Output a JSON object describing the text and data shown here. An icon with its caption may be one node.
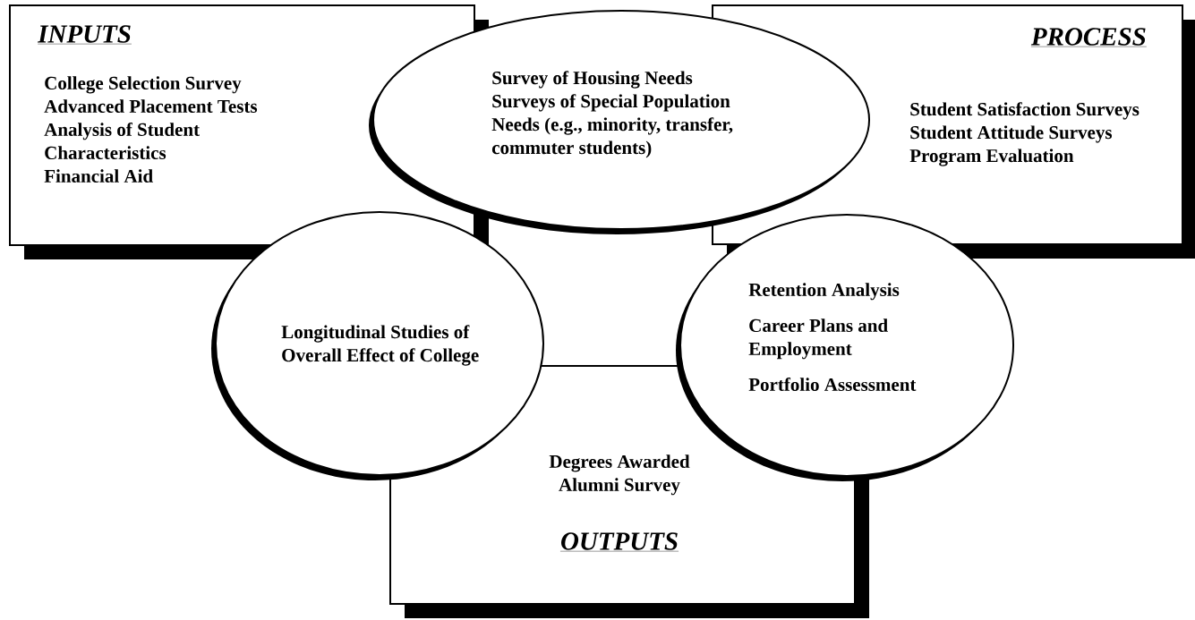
{
  "diagram": {
    "nodes": [
      {
        "text": [
          "INPUTS",
          "College Selection Survey",
          "Advanced Placement Tests",
          "Analysis of Student Characteristics",
          "Financial Aid"
        ]
      },
      {
        "text": [
          "Survey of Housing Needs",
          "Surveys of Special Population Needs (e.g., minority, transfer, commuter students)"
        ]
      },
      {
        "text": [
          "PROCESS",
          "Student Satisfaction Surveys",
          "Student Attitude Surveys",
          "Program Evaluation"
        ]
      },
      {
        "text": [
          "Longitudinal Studies of Overall Effect of College"
        ]
      },
      {
        "text": [
          "Retention Analysis",
          "Career Plans and Employment",
          "Portfolio Assessment"
        ]
      },
      {
        "text": [
          "Degrees Awarded",
          "Alumni Survey",
          "OUTPUTS"
        ]
      }
    ]
  }
}
